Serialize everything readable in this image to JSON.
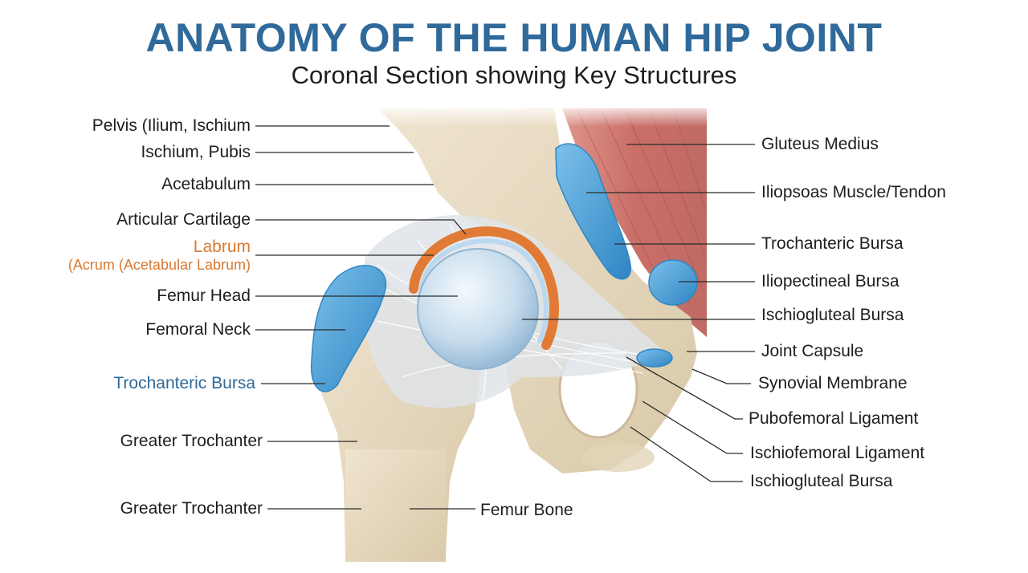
{
  "title": "ANATOMY OF THE HUMAN HIP JOINT",
  "subtitle": "Coronal Section showing Key Structures",
  "colors": {
    "title": "#2f6a9a",
    "text": "#1e1e1e",
    "labrum": "#d9782f",
    "bursa_label": "#2f6a9a",
    "bone": "#e8dcc4",
    "bone_shade": "#d8c8a8",
    "muscle": "#c86a62",
    "bursa": "#3f9bd5",
    "cartilage": "#bcd8ee",
    "ligament": "#d8dde2"
  },
  "labels": {
    "pelvis": "Pelvis (Ilium, Ischium",
    "ischium_pubis": "Ischium, Pubis",
    "acetabulum": "Acetabulum",
    "articular_cartilage": "Articular Cartilage",
    "labrum": "Labrum",
    "labrum_sub": "(Acrum (Acetabular Labrum)",
    "femur_head": "Femur Head",
    "femoral_neck": "Femoral Neck",
    "trochanteric_bursa_left": "Trochanteric Bursa",
    "greater_trochanter_1": "Greater Trochanter",
    "greater_trochanter_2": "Greater Trochanter",
    "femur_bone": "Femur Bone",
    "gluteus_medius": "Gluteus Medius",
    "iliopsoas": "Iliopsoas Muscle/Tendon",
    "trochanteric_bursa_right": "Trochanteric Bursa",
    "iliopectineal_bursa": "Iliopectineal Bursa",
    "ischiogluteal_bursa_1": "Ischiogluteal Bursa",
    "joint_capsule": "Joint Capsule",
    "synovial_membrane": "Synovial Membrane",
    "pubofemoral_ligament": "Pubofemoral Ligament",
    "ischiofemoral_ligament": "Ischiofemoral Ligament",
    "ischiogluteal_bursa_2": "Ischiogluteal Bursa"
  }
}
